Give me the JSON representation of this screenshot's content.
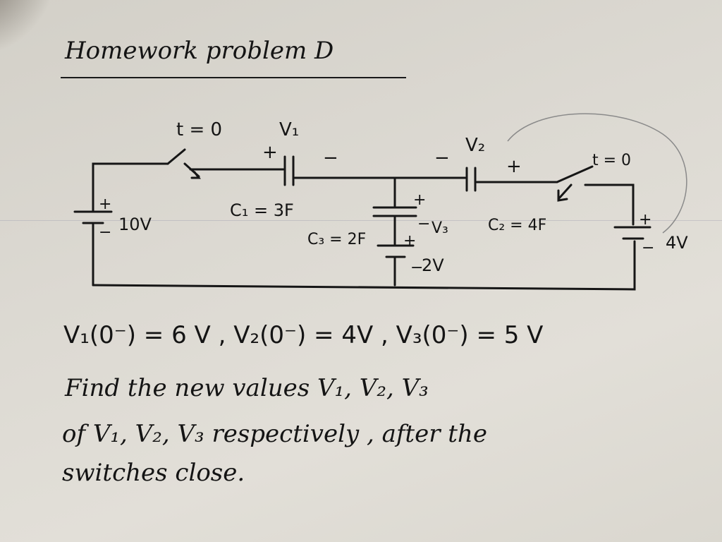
{
  "title": "Homework problem D",
  "circuit": {
    "switch_left_label": "t = 0",
    "switch_right_label": "t = 0",
    "v1_label": "V₁",
    "v1_plus": "+",
    "v1_minus": "−",
    "c1_label": "C₁ = 3F",
    "v2_label": "V₂",
    "v2_minus": "−",
    "v2_plus": "+",
    "c2_label": "C₂ = 4F",
    "v3_plus": "+",
    "v3_minus": "−",
    "v3_label": "V₃",
    "c3_label": "C₃ = 2F",
    "source_left_value": "10V",
    "source_left_plus": "+",
    "source_left_minus": "−",
    "source_mid_value": "2V",
    "source_mid_plus": "+",
    "source_mid_minus": "−",
    "source_right_value": "4V",
    "source_right_plus": "+",
    "source_right_minus": "−"
  },
  "text": {
    "initial_conditions": "V₁(0⁻) = 6 V ,   V₂(0⁻) = 4V ,   V₃(0⁻) = 5 V",
    "question_line1": "Find  the  new  values  V₁, V₂, V₃",
    "question_line2": "of  V₁, V₂, V₃  respectively , after the",
    "question_line3": "switches  close."
  },
  "colors": {
    "ink": "#141414",
    "paper": "#dcd9d2"
  }
}
